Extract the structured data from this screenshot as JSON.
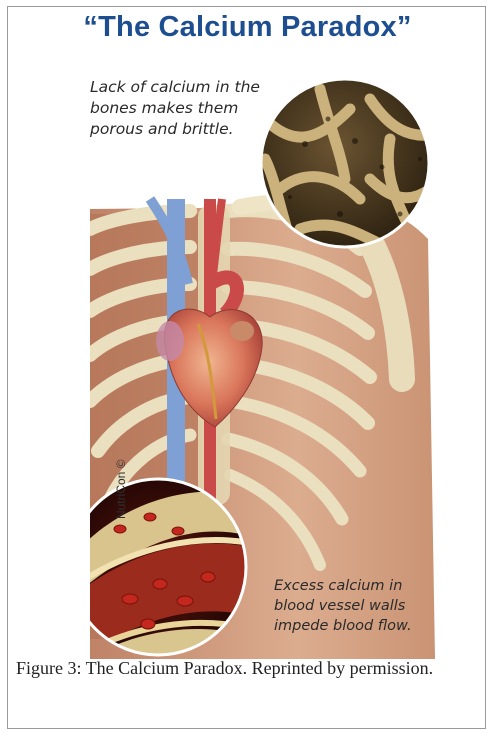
{
  "title": "“The Calcium Paradox”",
  "callout_bone": "Lack of calcium in the bones makes them porous and brittle.",
  "callout_vessel": "Excess calcium in blood vessel walls impede blood flow.",
  "watermark": "NutriCon ©",
  "figure_caption": "Figure 3: The Calcium Paradox. Reprinted by permission.",
  "colors": {
    "title": "#1d4e8f",
    "bone": "#e9ddbb",
    "skin": "#c99070",
    "artery": "#c94a48",
    "vein": "#7fa0d4",
    "blood": "#8a1a12"
  }
}
